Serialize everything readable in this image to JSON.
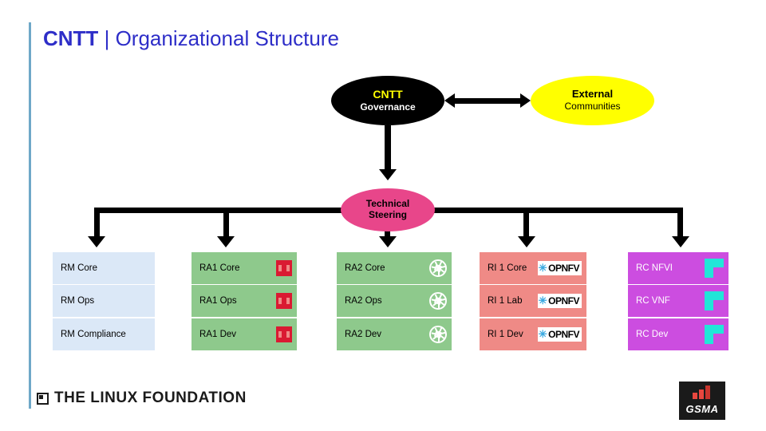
{
  "slide": {
    "title_strong": "CNTT",
    "title_separator": "|",
    "title_light": "Organizational Structure"
  },
  "nodes": {
    "cntt_governance": {
      "line1": "CNTT",
      "line2": "Governance",
      "shape": "ellipse",
      "fill": "#000000",
      "text_color": "#ffff00"
    },
    "external_communities": {
      "line1": "External",
      "line2": "Communities",
      "shape": "ellipse",
      "fill": "#ffff00",
      "text_color": "#000000"
    },
    "technical_steering": {
      "line1": "Technical",
      "line2": "Steering",
      "shape": "ellipse",
      "fill": "#e8468a",
      "text_color": "#000000"
    }
  },
  "columns": [
    {
      "name": "rm",
      "color": "#dbe8f7",
      "badge": "none",
      "items": [
        {
          "label": "RM Core"
        },
        {
          "label": "RM Ops"
        },
        {
          "label": "RM Compliance"
        }
      ]
    },
    {
      "name": "ra1",
      "color": "#8ec98c",
      "badge": "openstack-logo",
      "items": [
        {
          "label": "RA1 Core"
        },
        {
          "label": "RA1 Ops"
        },
        {
          "label": "RA1 Dev"
        }
      ]
    },
    {
      "name": "ra2",
      "color": "#8ec98c",
      "badge": "kubernetes-logo",
      "items": [
        {
          "label": "RA2 Core"
        },
        {
          "label": "RA2 Ops"
        },
        {
          "label": "RA2 Dev"
        }
      ]
    },
    {
      "name": "ri1",
      "color": "#ef8a86",
      "badge": "opnfv-logo",
      "badge_text": "OPNFV",
      "items": [
        {
          "label": "RI 1 Core"
        },
        {
          "label": "RI 1 Lab"
        },
        {
          "label": "RI 1 Dev"
        }
      ]
    },
    {
      "name": "rc",
      "color": "#cc4de0",
      "badge": "onap-logo",
      "items": [
        {
          "label": "RC NFVI"
        },
        {
          "label": "RC VNF"
        },
        {
          "label": "RC Dev"
        }
      ]
    }
  ],
  "footer": {
    "linux_foundation": "THE LINUX FOUNDATION",
    "gsma": "GSMA"
  }
}
